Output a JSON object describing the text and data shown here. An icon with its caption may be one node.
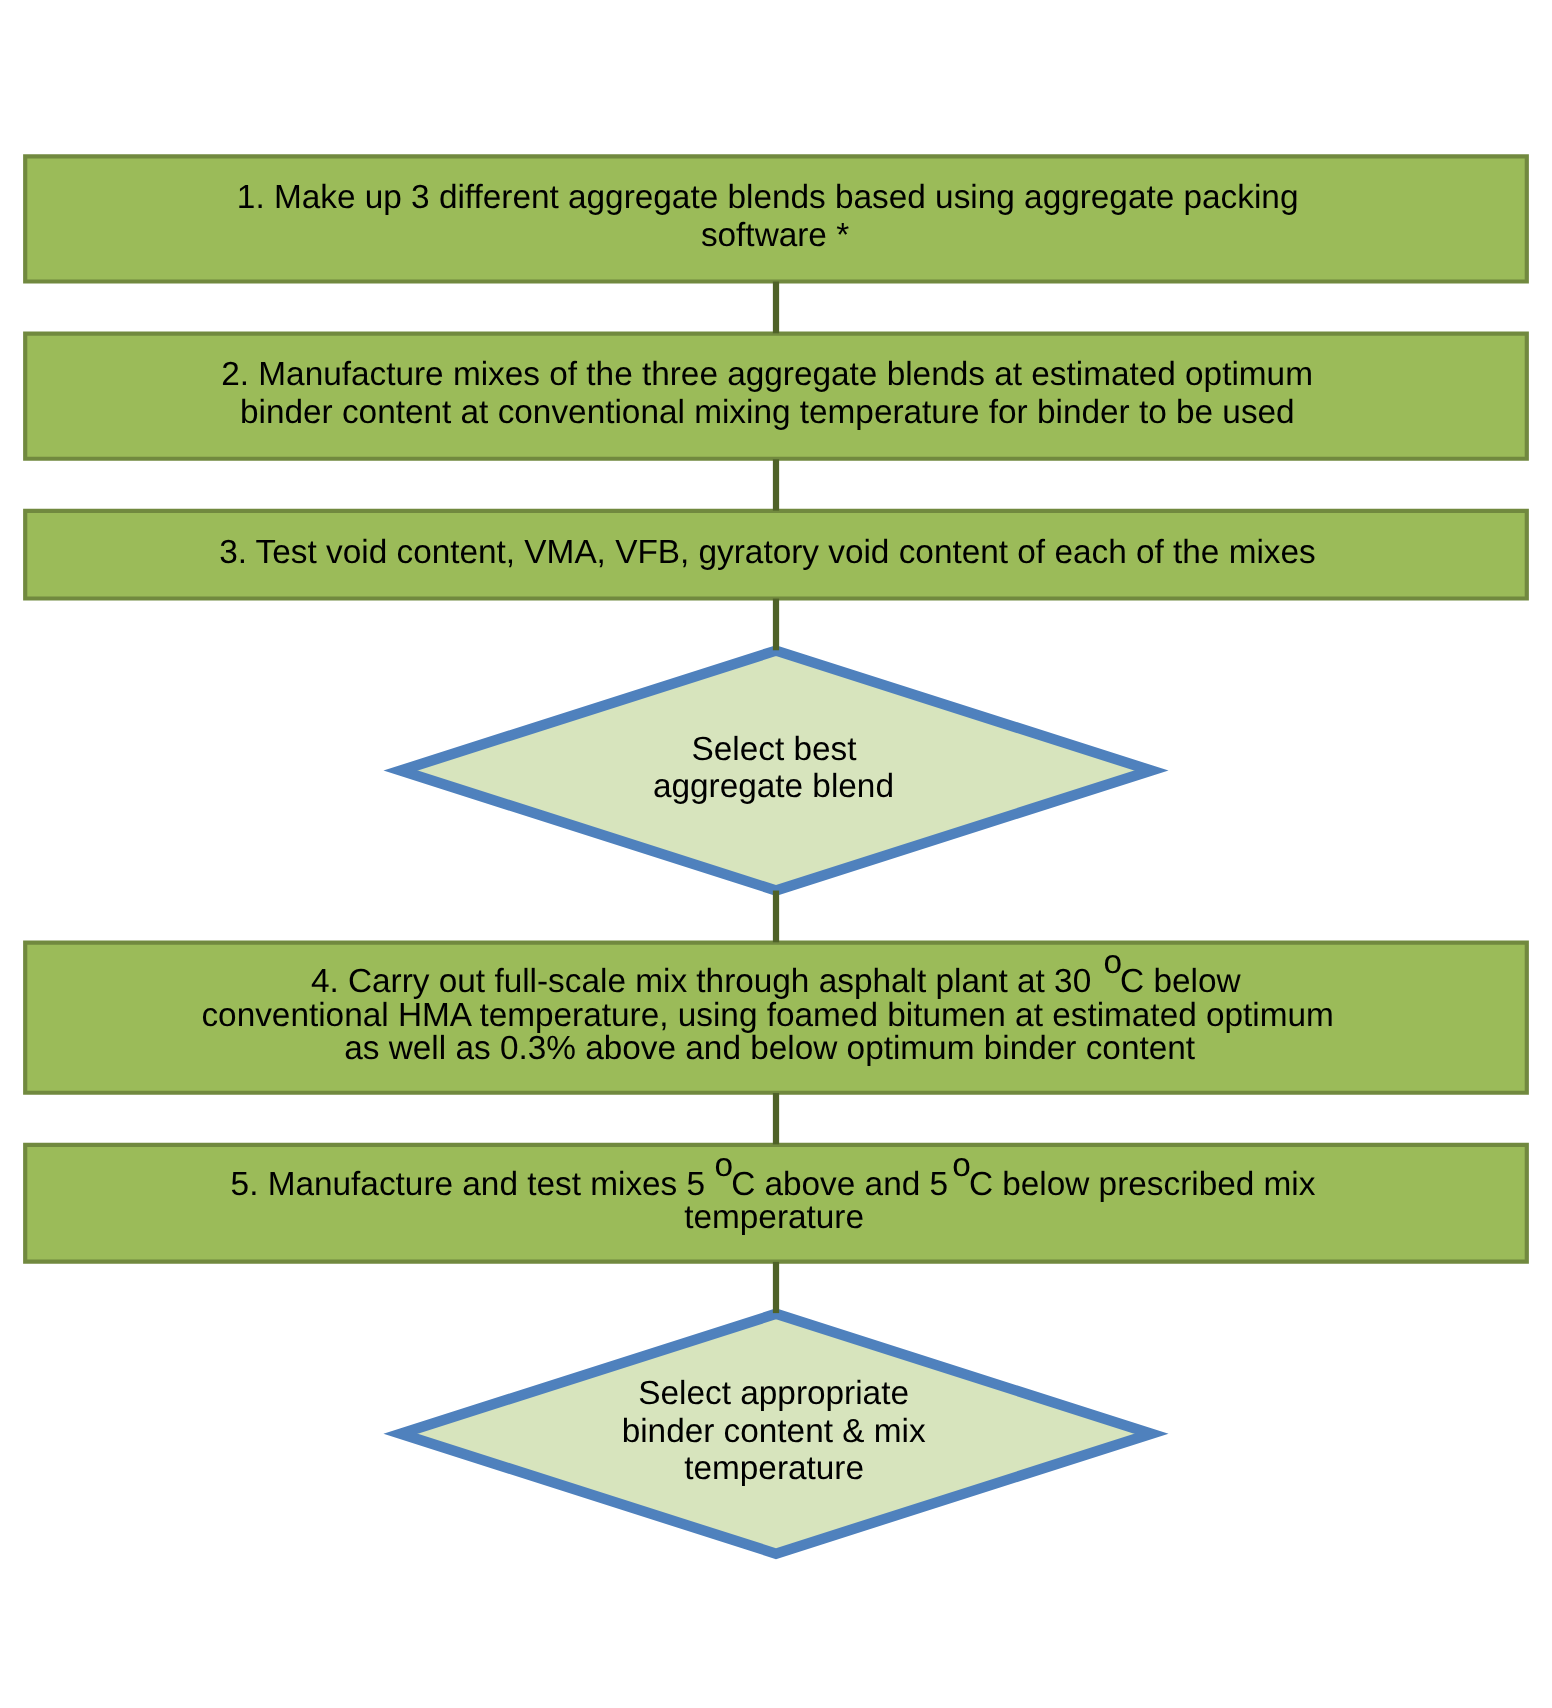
{
  "diagram": {
    "nodes": [
      {
        "text": [
          "1. Make up 3 different aggregate blends based using aggregate packing software *"
        ]
      },
      {
        "text": [
          "2. Manufacture mixes of the three aggregate blends at estimated optimum binder content at conventional mixing temperature for binder to be used"
        ]
      },
      {
        "text": [
          "3. Test void content, VMA, VFB, gyratory void content of each of the mixes"
        ]
      },
      {
        "text": [
          "Select best aggregate blend"
        ]
      },
      {
        "text": [
          "4. Carry out full-scale mix through asphalt plant at 30$^{o}$C below conventional HMA temperature, using foamed bitumen at estimated optimum as well as 0.3% above and below optimum binder content"
        ]
      },
      {
        "text": [
          "5. Manufacture and test mixes 5$^{o}$C above and 5$^{o}$C below prescribed mix temperature"
        ]
      },
      {
        "text": [
          "Select appropriate binder content & mix temperature"
        ]
      }
    ],
    "edges": [
      {
        "from": 0,
        "to": 1,
        "arrow": "none"
      },
      {
        "from": 1,
        "to": 2,
        "arrow": "none"
      },
      {
        "from": 2,
        "to": 3,
        "arrow": "none"
      },
      {
        "from": 3,
        "to": 4,
        "arrow": "none"
      },
      {
        "from": 4,
        "to": 5,
        "arrow": "none"
      },
      {
        "from": 5,
        "to": 6,
        "arrow": "none"
      }
    ]
  }
}
